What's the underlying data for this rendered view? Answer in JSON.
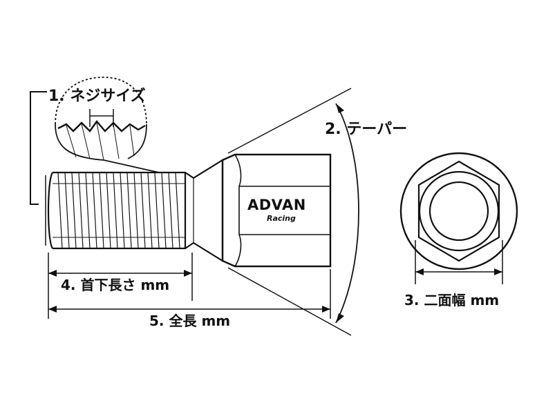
{
  "labels": {
    "thread_size": "1. ネジサイズ",
    "taper": "2. テーパー",
    "width_across_flats": "3. 二面幅 mm",
    "length_under_head": "4. 首下長さ mm",
    "overall_length": "5. 全長 mm"
  },
  "logo": {
    "main": "ADVAN",
    "sub": "Racing"
  },
  "colors": {
    "ink": "#111111",
    "background": "#ffffff"
  }
}
